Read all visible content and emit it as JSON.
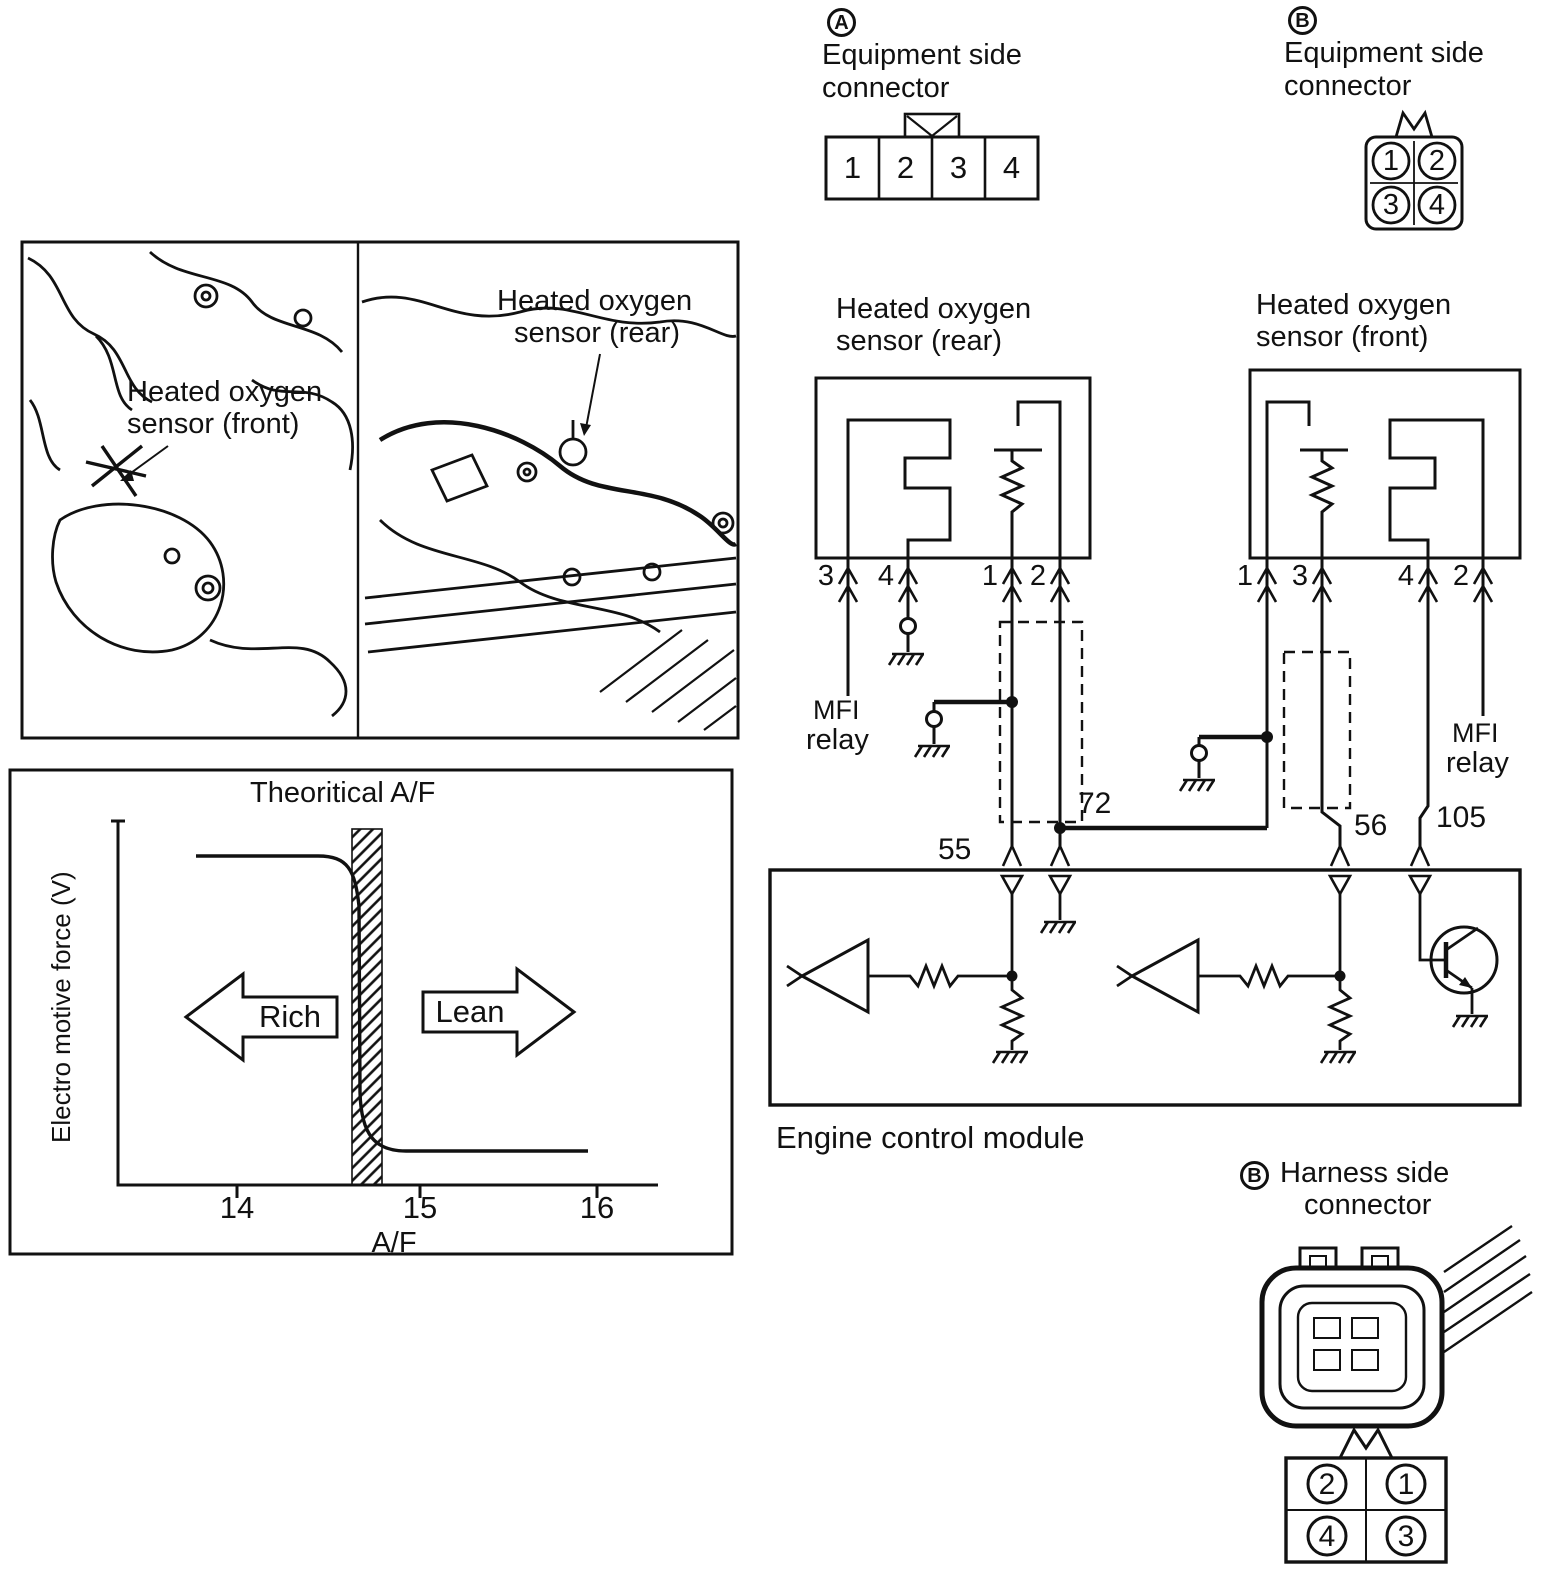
{
  "colors": {
    "ink": "#111111",
    "paper": "#ffffff"
  },
  "connector_a": {
    "badge": "A",
    "title_lines": [
      "Equipment side",
      "connector"
    ],
    "pins": [
      "1",
      "2",
      "3",
      "4"
    ]
  },
  "connector_b": {
    "badge": "B",
    "title_lines": [
      "Equipment side",
      "connector"
    ],
    "pins": [
      "1",
      "2",
      "3",
      "4"
    ]
  },
  "photo_panel": {
    "sensor_rear_label_lines": [
      "Heated oxygen",
      "sensor (rear)"
    ],
    "sensor_front_label_lines": [
      "Heated oxygen",
      "sensor (front)"
    ]
  },
  "graph": {
    "title": "Theoritical A/F",
    "ylabel": "Electro motive force (V)",
    "xlabel": "A/F",
    "x_ticks": [
      "14",
      "15",
      "16"
    ],
    "arrows": {
      "left": "Rich",
      "right": "Lean"
    }
  },
  "chart_data": {
    "type": "line",
    "title": "Theoritical A/F",
    "xlabel": "A/F",
    "ylabel": "Electro motive force (V)",
    "x_ticks": [
      14,
      15,
      16
    ],
    "x_range": [
      13.6,
      16.3
    ],
    "annotations": [
      "Rich (block arrow pointing left)",
      "Lean (block arrow pointing right)",
      "hatched vertical band at stoichiometric A/F ~14.7"
    ],
    "series": [
      {
        "name": "Electromotive force vs A/F",
        "x": [
          13.8,
          14.5,
          14.65,
          14.7,
          14.75,
          14.9,
          15.9
        ],
        "y_relative": [
          1.0,
          1.0,
          0.97,
          0.5,
          0.03,
          0.0,
          0.0
        ]
      }
    ]
  },
  "wiring": {
    "sensor_rear": {
      "title_lines": [
        "Heated oxygen",
        "sensor (rear)"
      ],
      "pins": [
        "3",
        "4",
        "1",
        "2"
      ]
    },
    "sensor_front": {
      "title_lines": [
        "Heated oxygen",
        "sensor (front)"
      ],
      "pins": [
        "1",
        "3",
        "4",
        "2"
      ]
    },
    "mfi_relay_left_lines": [
      "MFI",
      "relay"
    ],
    "mfi_relay_right_lines": [
      "MFI",
      "relay"
    ],
    "ecm": {
      "label": "Engine control module",
      "pin_55": "55",
      "pin_72": "72",
      "pin_56": "56",
      "pin_105": "105"
    }
  },
  "harness_connector": {
    "badge": "B",
    "title_lines": [
      "Harness side",
      "connector"
    ],
    "pins": [
      "2",
      "1",
      "4",
      "3"
    ]
  }
}
